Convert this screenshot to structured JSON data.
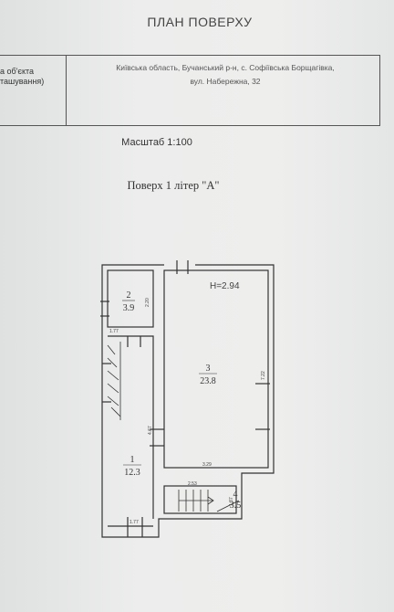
{
  "header": {
    "title": "ПЛАН ПОВЕРХУ"
  },
  "object_table": {
    "label_line1": "а об'єкта",
    "label_line2": "ташування)",
    "address_line1": "Київська область, Бучанський р-н, с. Софіївська Борщагівка,",
    "address_line2": "вул. Набережна, 32"
  },
  "scale": "Масштаб 1:100",
  "floor_label": "Поверх 1  літер \"А\"",
  "plan": {
    "height_label": "H=2.94",
    "rooms": [
      {
        "number": "1",
        "area": "12.3"
      },
      {
        "number": "2",
        "area": "3.9"
      },
      {
        "number": "3",
        "area": "23.8"
      },
      {
        "number": "4",
        "area": "3.5"
      }
    ],
    "dimensions": {
      "room2_height": "2.20",
      "room2_width": "1.77",
      "room3_height": "7.22",
      "room3_width": "3.29",
      "corridor_length": "4.67",
      "room1_width": "1.77",
      "room4_width": "2.53",
      "room4_height": "1.37"
    }
  }
}
